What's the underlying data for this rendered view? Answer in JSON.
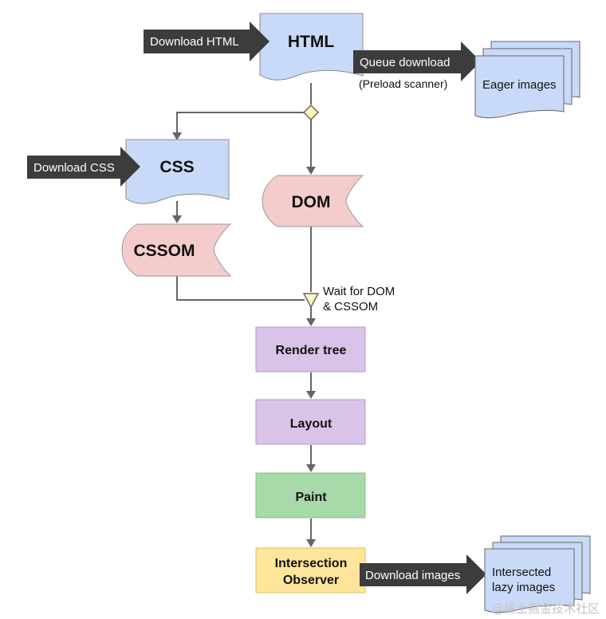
{
  "colors": {
    "doc_blue": "#c9daf8",
    "doc_stroke": "#8a8a8a",
    "store_pink": "#f4cccc",
    "process_purple": "#d9c3e8",
    "paint_green": "#a7d9a9",
    "observer_yellow": "#ffe599",
    "arrow_dark": "#3c3c3c",
    "connector": "#666666"
  },
  "nodes": {
    "html": "HTML",
    "css": "CSS",
    "dom": "DOM",
    "cssom": "CSSOM",
    "eager_images": "Eager images",
    "render_tree": "Render tree",
    "layout": "Layout",
    "paint": "Paint",
    "observer_line1": "Intersection",
    "observer_line2": "Observer",
    "lazy_line1": "Intersected",
    "lazy_line2": "lazy images"
  },
  "arrows": {
    "download_html": "Download HTML",
    "download_css": "Download CSS",
    "queue_download": "Queue download",
    "download_images": "Download images"
  },
  "notes": {
    "preload_scanner": "(Preload scanner)",
    "wait_line1": "Wait for DOM",
    "wait_line2": "& CSSOM"
  },
  "watermark": "@稀土掘金技术社区"
}
